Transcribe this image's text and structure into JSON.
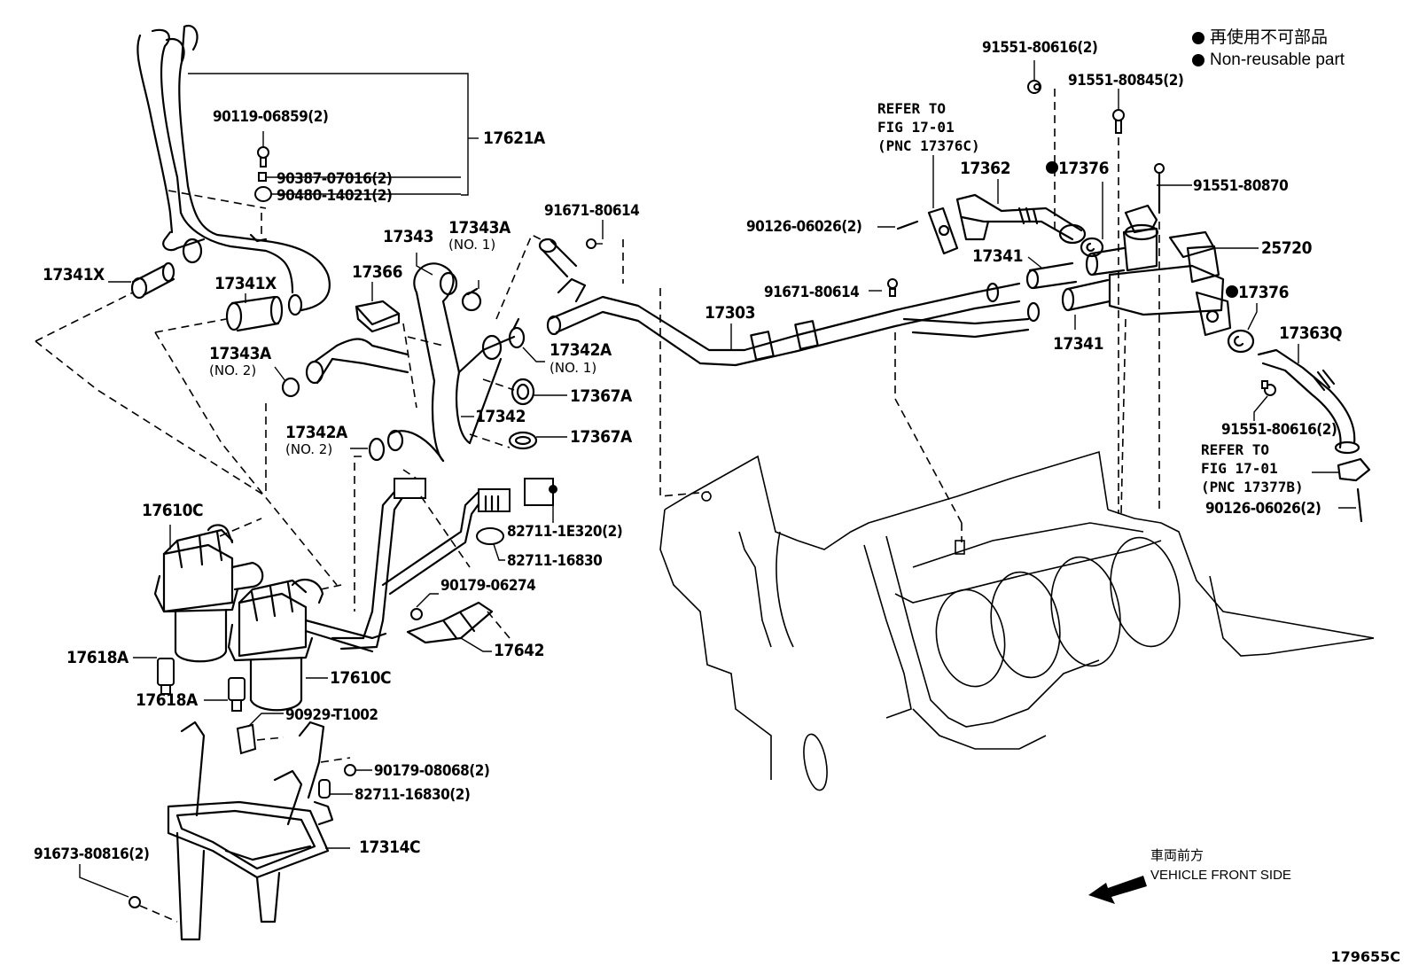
{
  "legend": {
    "items": [
      {
        "symbol": "filled-circle",
        "text": "再使用不可部品"
      },
      {
        "symbol": "filled-circle",
        "text": "Non-reusable part"
      }
    ]
  },
  "parts": {
    "p17621A": "17621A",
    "p90119_06859": "90119-06859(2)",
    "p90387_07016": "90387-07016(2)",
    "p90480_14021": "90480-14021(2)",
    "p17341X_a": "17341X",
    "p17341X_b": "17341X",
    "p17343": "17343",
    "p17343A_1": "17343A",
    "p17343A_1_sub": "(NO. 1)",
    "p17366": "17366",
    "p17343A_2": "17343A",
    "p17343A_2_sub": "(NO. 2)",
    "p91671_80614_a": "91671-80614",
    "p17342A_1": "17342A",
    "p17342A_1_sub": "(NO. 1)",
    "p17367A_a": "17367A",
    "p17367A_b": "17367A",
    "p17342": "17342",
    "p17342A_2": "17342A",
    "p17342A_2_sub": "(NO. 2)",
    "p17303": "17303",
    "p91671_80614_b": "91671-80614",
    "p90126_06026_a": "90126-06026(2)",
    "p17362": "17362",
    "p17376_a": "17376",
    "p91551_80616_a": "91551-80616(2)",
    "p91551_80845": "91551-80845(2)",
    "p91551_80870": "91551-80870",
    "p25720": "25720",
    "p17341_a": "17341",
    "p17341_b": "17341",
    "p17376_b": "17376",
    "p17363Q": "17363Q",
    "p91551_80616_b": "91551-80616(2)",
    "p90126_06026_b": "90126-06026(2)",
    "p17610C_a": "17610C",
    "p17610C_b": "17610C",
    "p17618A_a": "17618A",
    "p17618A_b": "17618A",
    "p82711_1E320": "82711-1E320(2)",
    "p82711_16830": "82711-16830",
    "p90179_06274": "90179-06274",
    "p17642": "17642",
    "p90929_T1002": "90929-T1002",
    "p90179_08068": "90179-08068(2)",
    "p82711_16830_2": "82711-16830(2)",
    "p17314C": "17314C",
    "p91673_80816": "91673-80816(2)"
  },
  "refers": {
    "upper": "REFER TO\nFIG 17-01\n(PNC 17376C)",
    "lower": "REFER TO\nFIG 17-01\n(PNC 17377B)"
  },
  "orientation": {
    "jp": "車両前方",
    "en": "VEHICLE FRONT SIDE",
    "icon": "arrow-left-down"
  },
  "figure_number": "179655C"
}
